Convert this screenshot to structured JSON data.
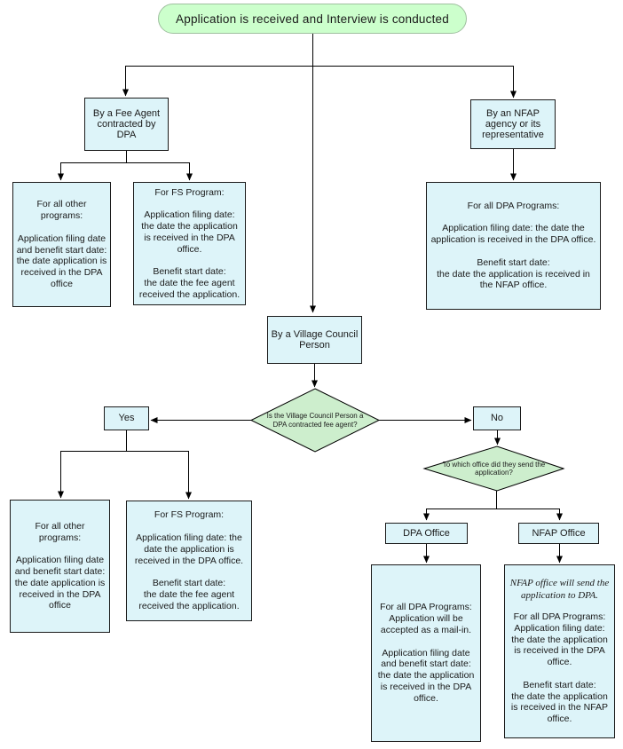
{
  "colors": {
    "terminator_fill": "#ccffcc",
    "terminator_border": "#9fbf9f",
    "process_fill": "#ddf4f9",
    "process_border": "#1a1a1a",
    "decision_fill": "#cdeecd",
    "line": "#000000"
  },
  "nodes": {
    "start": "Application is received and Interview is conducted",
    "fee_agent": "By a Fee Agent contracted by DPA",
    "nfap_agency": "By an NFAP agency or its representative",
    "village_council": "By a Village Council Person",
    "decision1": "Is the Village Council Person a DPA contracted fee agent?",
    "decision2": "To which office did they send the application?",
    "yes_label": "Yes",
    "no_label": "No",
    "dpa_office": "DPA Office",
    "nfap_office": "NFAP Office",
    "fee_other": "For all other programs:\n\nApplication filing date and benefit start date: the date application is received in the DPA office",
    "fee_fs": "For FS Program:\n\nApplication filing date: the date the application is received in the DPA office.\n\nBenefit start date:\nthe date the fee agent received the application.",
    "nfap_all": "For all DPA Programs:\n\nApplication filing date: the date the application is received in the DPA office.\n\nBenefit start date:\nthe date the application is received in the NFAP office.",
    "yes_other": "For all other programs:\n\nApplication filing date and benefit start date: the date application is received in the DPA office",
    "yes_fs": "For FS Program:\n\nApplication filing date: the date the application is received in the DPA office.\n\nBenefit start date:\nthe date the fee agent received the application.",
    "dpa_mailin": "For all DPA Programs: Application will be accepted as a mail-in.\n\nApplication filing date and benefit start date: the date the application is received in the DPA office.",
    "nfap_note": "NFAP office will send the application to DPA.",
    "nfap_detail": "For all DPA Programs:\nApplication filing date: the date the application is received in the DPA office.\n\nBenefit start date:\nthe date the application is received in the NFAP office."
  }
}
